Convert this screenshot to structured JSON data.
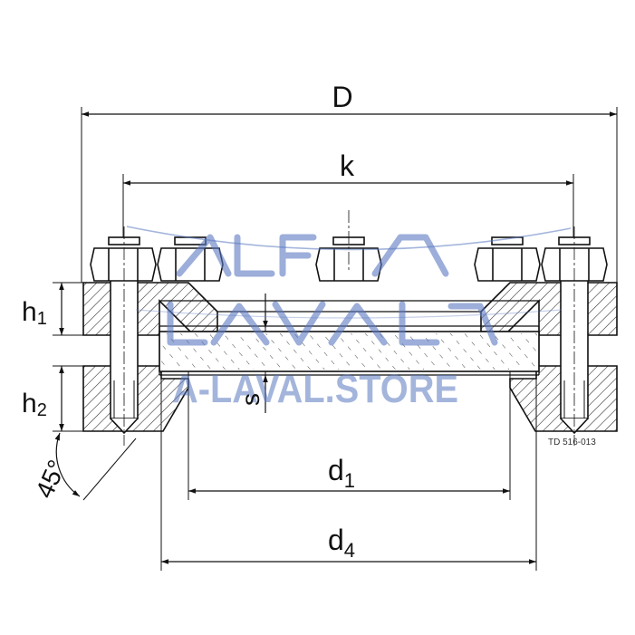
{
  "drawing": {
    "labels": {
      "D": "D",
      "k": "k",
      "h1_main": "h",
      "h1_sub": "1",
      "h2_main": "h",
      "h2_sub": "2",
      "s": "s",
      "d1_main": "d",
      "d1_sub": "1",
      "d4_main": "d",
      "d4_sub": "4",
      "angle": "45°"
    },
    "reference": "TD 516-013"
  },
  "watermark": {
    "logo": "ALFA LAVAL",
    "text": "A-LAVAL.STORE",
    "color": "#5a78c0"
  }
}
